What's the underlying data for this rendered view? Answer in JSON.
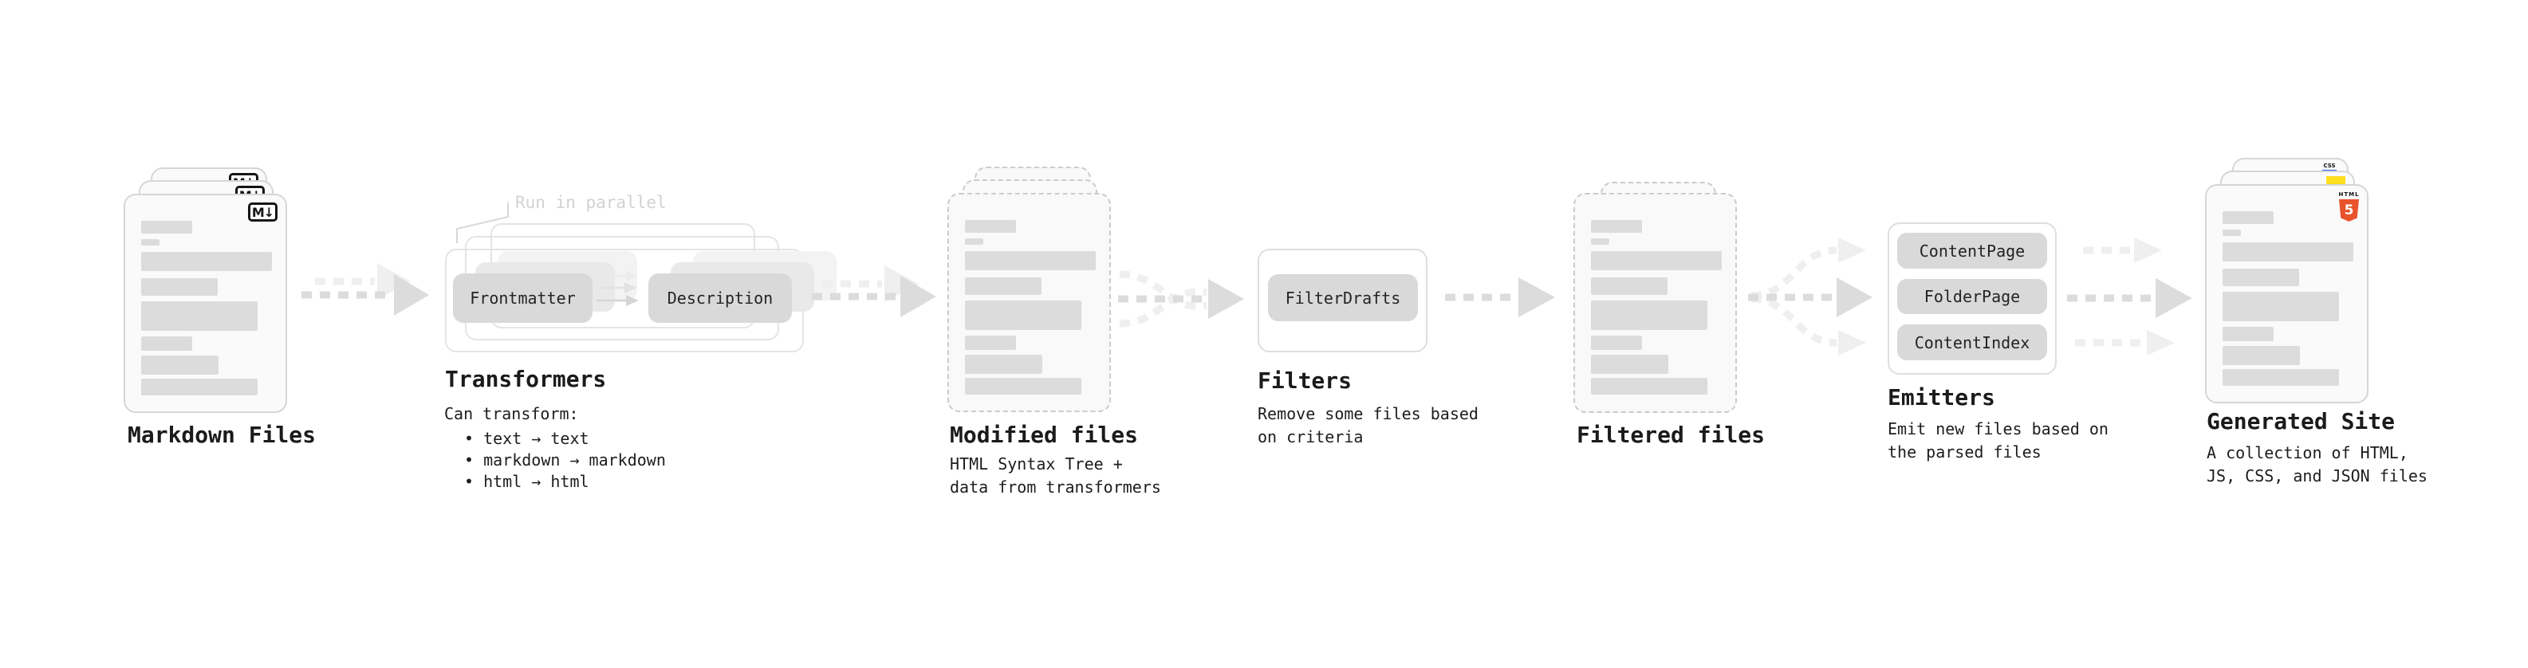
{
  "stages": {
    "markdown": {
      "label": "Markdown Files",
      "badge": "M↓"
    },
    "transformers": {
      "label": "Transformers",
      "annotation": "Run in parallel",
      "pills": [
        "Frontmatter",
        "Description"
      ],
      "caption_title": "Can transform:",
      "bullets": [
        "• text → text",
        "• markdown → markdown",
        "• html → html"
      ]
    },
    "modified": {
      "label": "Modified files",
      "caption": "HTML Syntax Tree +\ndata from transformers"
    },
    "filters": {
      "label": "Filters",
      "pill": "FilterDrafts",
      "caption": "Remove some files based\non criteria"
    },
    "filtered": {
      "label": "Filtered files"
    },
    "emitters": {
      "label": "Emitters",
      "pills": [
        "ContentPage",
        "FolderPage",
        "ContentIndex"
      ],
      "caption": "Emit new files based on\nthe parsed files"
    },
    "generated": {
      "label": "Generated Site",
      "caption": "A collection of HTML,\nJS, CSS, and JSON files",
      "css_badge": "CSS",
      "html_badge_word": "HTML",
      "html_badge_number": "5"
    }
  },
  "colors": {
    "html5_orange": "#e8532b",
    "js_yellow": "#ffdf1e",
    "css_blue": "#2b5ff2",
    "pill_gray": "#d9d9d9",
    "arrow_gray": "#dcdcdc"
  }
}
